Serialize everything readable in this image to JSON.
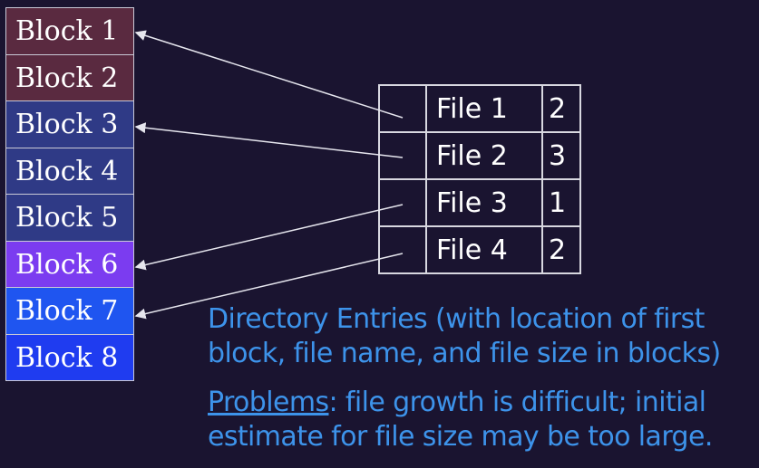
{
  "blocks": [
    {
      "label": "Block 1",
      "color": "#5a2a40"
    },
    {
      "label": "Block 2",
      "color": "#5a2a40"
    },
    {
      "label": "Block 3",
      "color": "#2f3a86"
    },
    {
      "label": "Block 4",
      "color": "#2f3a86"
    },
    {
      "label": "Block 5",
      "color": "#2f3a86"
    },
    {
      "label": "Block 6",
      "color": "#7b3cf0"
    },
    {
      "label": "Block 7",
      "color": "#1f55f0"
    },
    {
      "label": "Block 8",
      "color": "#1f3cf0"
    }
  ],
  "directory": {
    "entries": [
      {
        "file": "File 1",
        "size": "2",
        "first_block": 1
      },
      {
        "file": "File 2",
        "size": "3",
        "first_block": 3
      },
      {
        "file": "File 3",
        "size": "1",
        "first_block": 6
      },
      {
        "file": "File 4",
        "size": "2",
        "first_block": 7
      }
    ]
  },
  "caption": {
    "line1": "Directory Entries (with location of first",
    "line2": "block, file name, and file size in blocks)",
    "problems_label": "Problems",
    "problems_text_1": ": file growth is difficult; initial",
    "problems_text_2": "estimate for file size may be too large."
  },
  "colors": {
    "background": "#1a1430",
    "caption": "#3d93ea",
    "lines": "#e6e6ee"
  }
}
